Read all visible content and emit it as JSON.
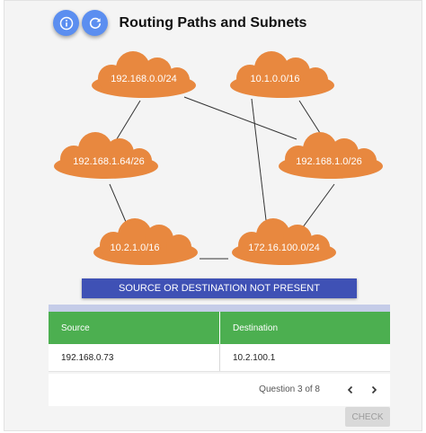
{
  "header": {
    "title": "Routing Paths and Subnets",
    "info_icon": "info-icon",
    "refresh_icon": "refresh-icon",
    "accent_color": "#5b8ef0"
  },
  "diagram": {
    "cloud_color": "#e8883f",
    "nodes": [
      {
        "id": "n1",
        "label": "192.168.0.0/24"
      },
      {
        "id": "n2",
        "label": "10.1.0.0/16"
      },
      {
        "id": "n3",
        "label": "192.168.1.64/26"
      },
      {
        "id": "n4",
        "label": "192.168.1.0/26"
      },
      {
        "id": "n5",
        "label": "10.2.1.0/16"
      },
      {
        "id": "n6",
        "label": "172.16.100.0/24"
      }
    ]
  },
  "status": {
    "message": "SOURCE OR DESTINATION NOT PRESENT",
    "color": "#3f51b5"
  },
  "table": {
    "headers": [
      "Source",
      "Destination"
    ],
    "rows": [
      [
        "192.168.0.73",
        "10.2.100.1"
      ]
    ],
    "header_color": "#4caf50"
  },
  "pager": {
    "text": "Question 3 of 8",
    "prev_icon": "chevron-left-icon",
    "next_icon": "chevron-right-icon"
  },
  "check_button": {
    "label": "CHECK"
  }
}
